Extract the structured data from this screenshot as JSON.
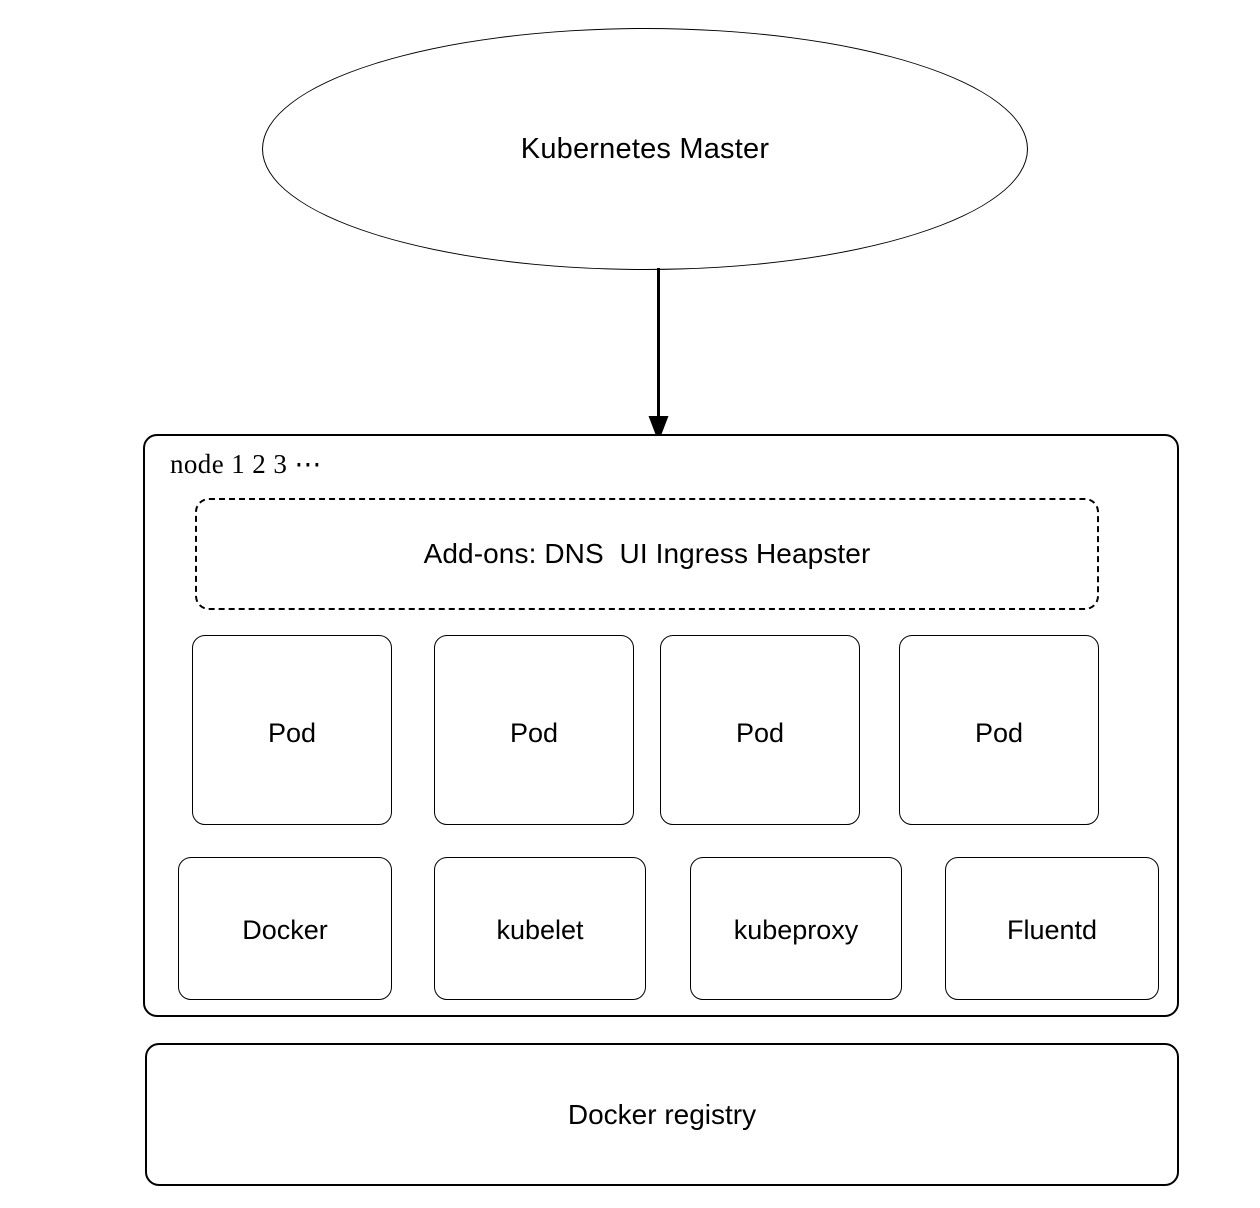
{
  "diagram": {
    "title_node": {
      "label": "Kubernetes Master",
      "shape": "ellipse"
    },
    "connector": {
      "name": "master-to-node-arrow",
      "direction": "down",
      "style": "solid"
    },
    "node_group": {
      "label": "node 1 2 3 ⋯",
      "addons": {
        "label": "Add-ons: DNS  UI Ingress Heapster",
        "border_style": "dashed"
      },
      "pods": [
        {
          "label": "Pod"
        },
        {
          "label": "Pod"
        },
        {
          "label": "Pod"
        },
        {
          "label": "Pod"
        }
      ],
      "services": [
        {
          "label": "Docker"
        },
        {
          "label": "kubelet"
        },
        {
          "label": "kubeproxy"
        },
        {
          "label": "Fluentd"
        }
      ]
    },
    "registry": {
      "label": "Docker registry"
    },
    "colors": {
      "stroke": "#000000",
      "background": "#ffffff",
      "text": "#000000"
    }
  }
}
